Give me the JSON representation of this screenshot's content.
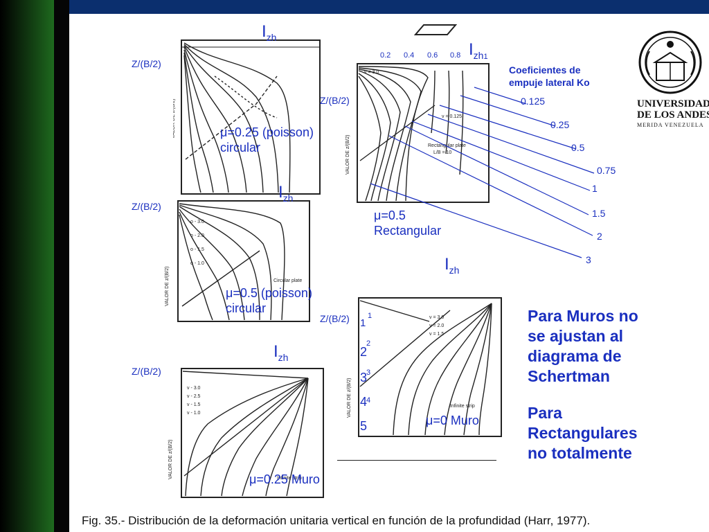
{
  "colors": {
    "accent": "#1a2fbf",
    "sidebar": "#1e6a1e",
    "topband": "#0b2f6e"
  },
  "labels": {
    "izh": "I",
    "izh_sub": "zh",
    "izh_1_suffix": "1",
    "zb": "Z/(B/2)",
    "plot1_note_line1": "μ=0.25 (poisson)",
    "plot1_note_line2": "circular",
    "plot2_note_line1": "μ=0.5 (poisson)",
    "plot2_note_line2": "circular",
    "plot3_note": "μ=0.25 Muro",
    "plot4_note_line1": "μ=0.5",
    "plot4_note_line2": "Rectangular",
    "plot5_note": "μ=0  Muro",
    "scale_ticks": [
      "0.2",
      "0.4",
      "0.6",
      "0.8"
    ],
    "depth_ticks": [
      "1",
      "2",
      "3",
      "4",
      "5"
    ],
    "depth_ticks_small": [
      "1",
      "2",
      "3",
      "4"
    ]
  },
  "ko": {
    "title_line1": "Coeficientes de",
    "title_line2": "empuje lateral Ko",
    "values": [
      "0.125",
      "0.25",
      "0.5",
      "0.75",
      "1",
      "1.5",
      "2",
      "3"
    ]
  },
  "notes": {
    "muros_line1": "Para Muros no",
    "muros_line2": "se ajustan al",
    "muros_line3": "diagrama de",
    "muros_line4": "Schertman",
    "rect_line1": "Para",
    "rect_line2": "Rectangulares",
    "rect_line3": "no totalmente"
  },
  "caption": "Fig. 35.- Distribución de la deformación unitaria vertical en función de la profundidad (Harr, 1977).",
  "logo": {
    "line1": "UNIVERSIDAD",
    "line2": "DE LOS ANDES",
    "line3": "MERIDA VENEZUELA"
  }
}
